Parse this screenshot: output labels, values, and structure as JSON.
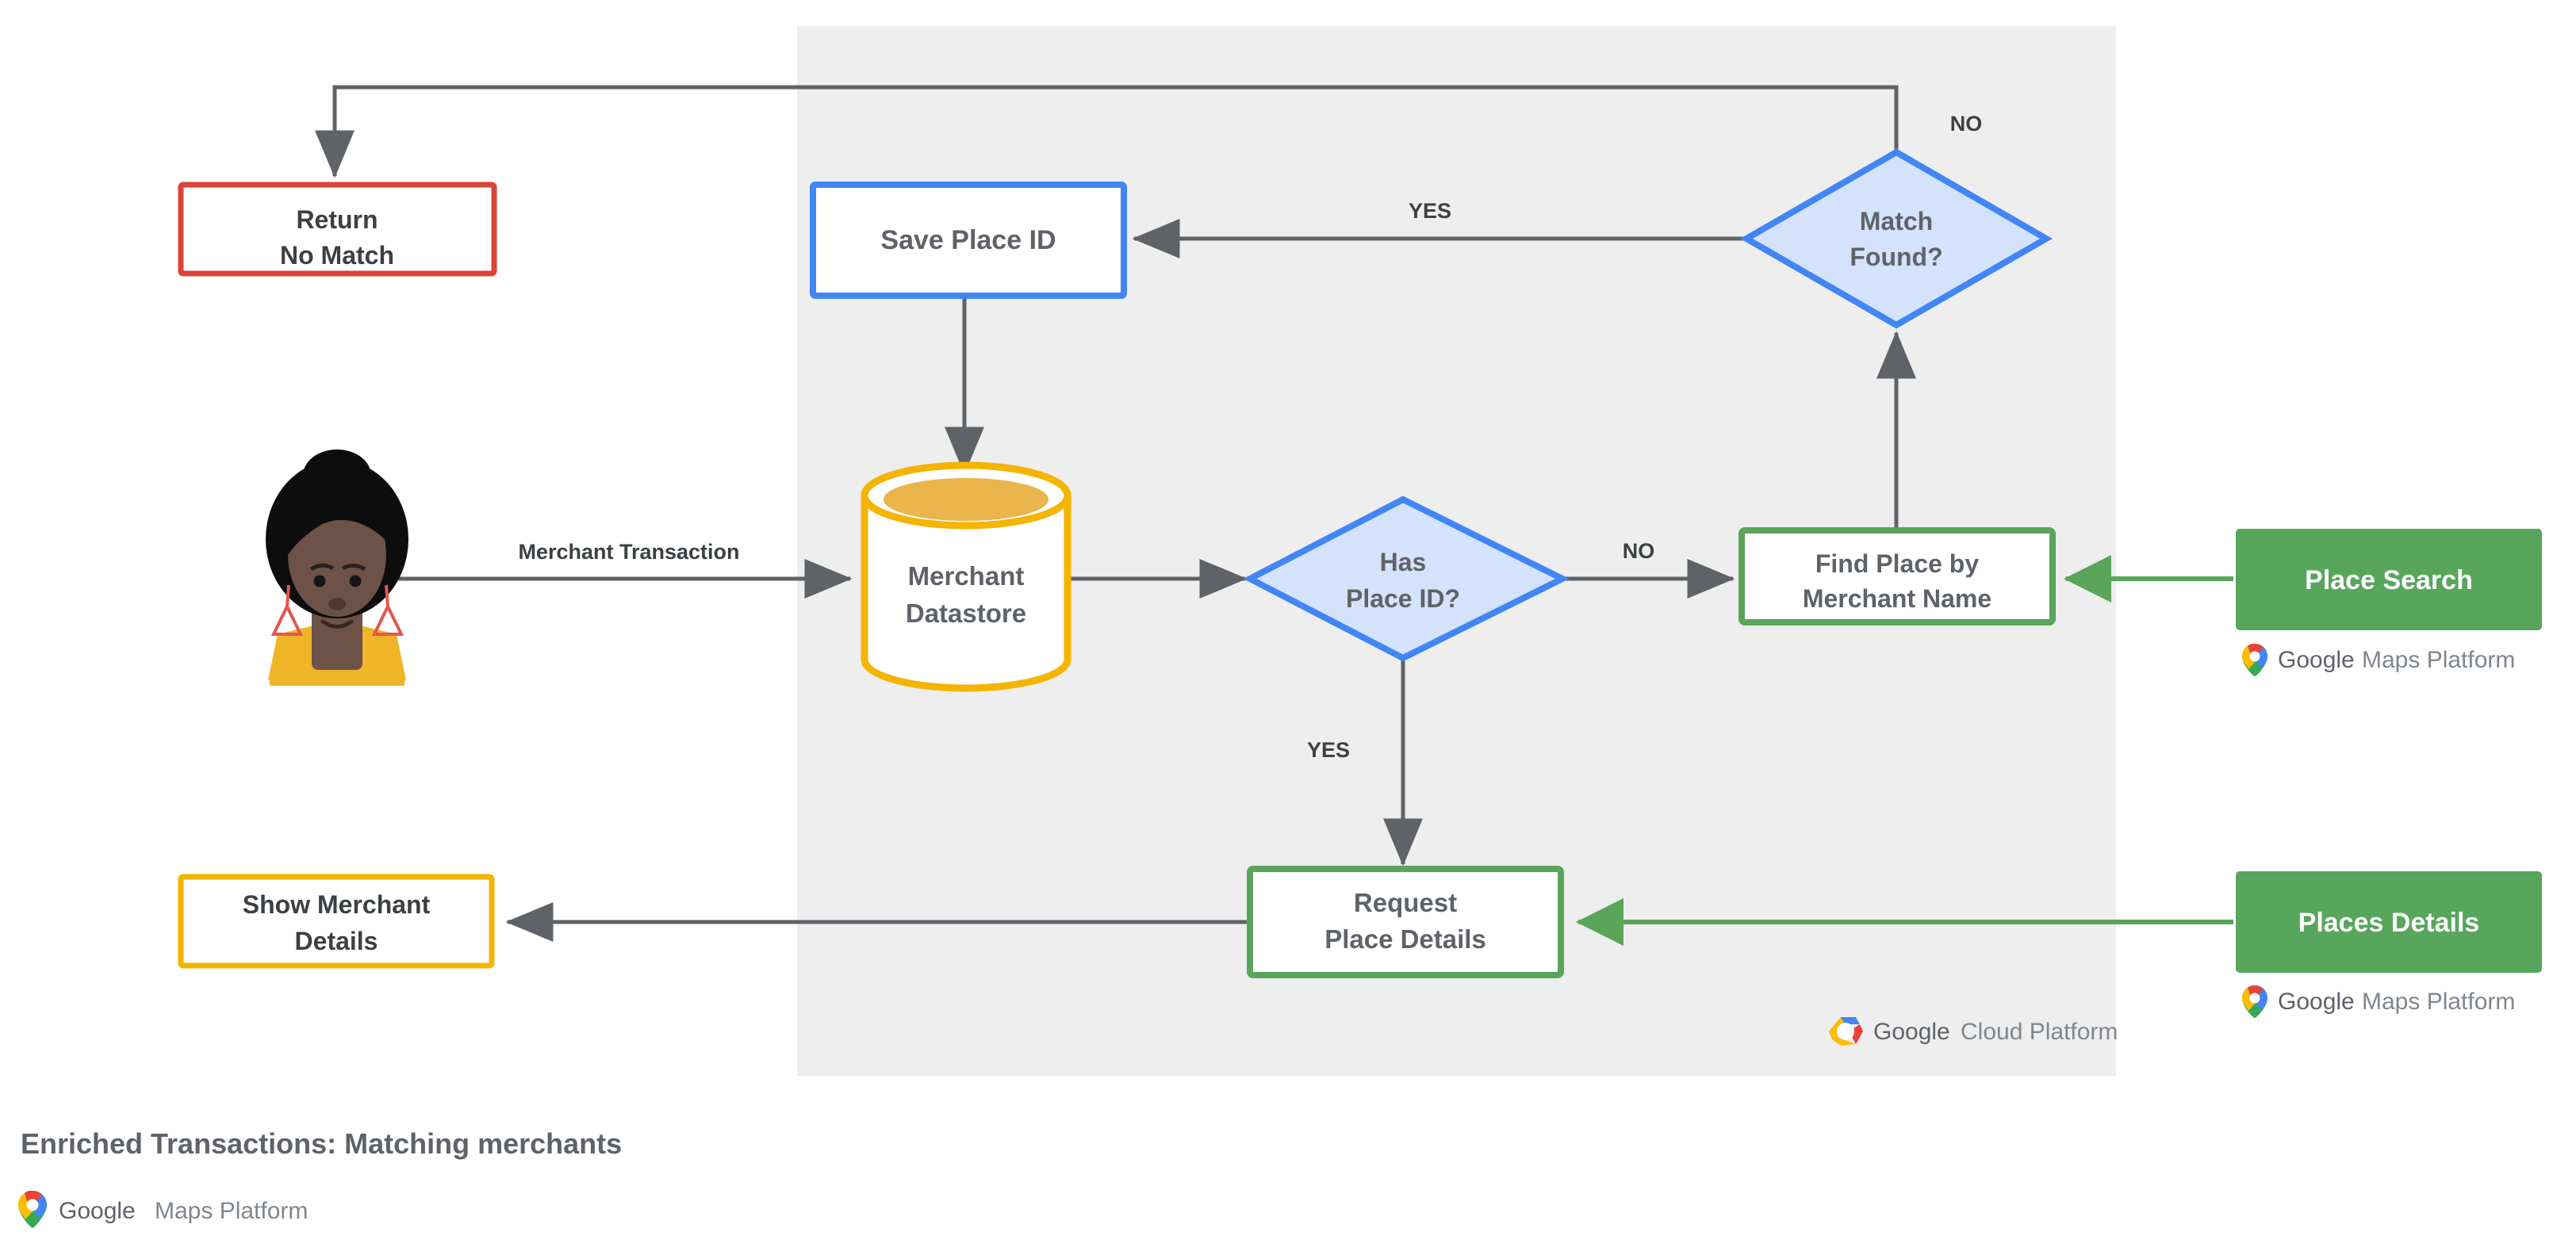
{
  "diagram": {
    "caption": "Enriched Transactions: Matching merchants",
    "platform_label_google": "Google",
    "platform_label_rest": "Maps Platform",
    "cloud_label_google": "Google",
    "cloud_label_rest": "Cloud Platform"
  },
  "nodes": {
    "return_no_match": {
      "line1": "Return",
      "line2": "No Match"
    },
    "save_place_id": {
      "line1": "Save Place ID",
      "line2": ""
    },
    "match_found": {
      "line1": "Match",
      "line2": "Found?"
    },
    "merchant_datastore": {
      "line1": "Merchant",
      "line2": "Datastore"
    },
    "has_place_id": {
      "line1": "Has",
      "line2": "Place ID?"
    },
    "find_place_by_merchant_name": {
      "line1": "Find Place by",
      "line2": "Merchant Name"
    },
    "place_search": {
      "line1": "Place Search",
      "line2": ""
    },
    "request_place_details": {
      "line1": "Request",
      "line2": "Place Details"
    },
    "places_details": {
      "line1": "Places Details",
      "line2": ""
    },
    "show_merchant_details": {
      "line1": "Show Merchant",
      "line2": "Details"
    }
  },
  "edges": {
    "merchant_transaction": "Merchant Transaction",
    "has_place_id_no": "NO",
    "has_place_id_yes": "YES",
    "match_found_no": "NO",
    "match_found_yes": "YES"
  },
  "colors": {
    "panel_bg": "#eeeeee",
    "red": "#db4437",
    "blue": "#4285f4",
    "blue_fill": "#d4e2fc",
    "yellow": "#f4b400",
    "yellow_fill": "#eab54a",
    "green": "#5aa55a",
    "green_solid": "#58a55c",
    "arrow": "#5f6368",
    "text": "#5f6368",
    "text_dark": "#3c4043"
  }
}
